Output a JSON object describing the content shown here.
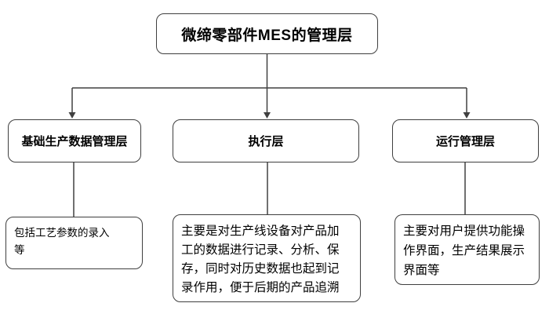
{
  "diagram": {
    "root": {
      "label": "微缔零部件MES的管理层"
    },
    "branches": [
      {
        "id": "basic-production-data",
        "label": "基础生产数据管理层",
        "detail_lines": [
          "包括工艺参数的录入",
          "等"
        ]
      },
      {
        "id": "execution-layer",
        "label": "执行层",
        "detail_lines": [
          "主要是对生产线设备对产品加",
          "工的数据进行记录、分析、保",
          "存，同时对历史数据也起到记",
          "录作用，便于后期的产品追溯"
        ]
      },
      {
        "id": "operation-management",
        "label": "运行管理层",
        "detail_lines": [
          "主要对用户提供功能操",
          "作界面，生产结果展示",
          "界面等"
        ]
      }
    ],
    "colors": {
      "border": "#3f3f3f",
      "line": "#404040",
      "text": "#000000",
      "background": "#ffffff"
    }
  }
}
